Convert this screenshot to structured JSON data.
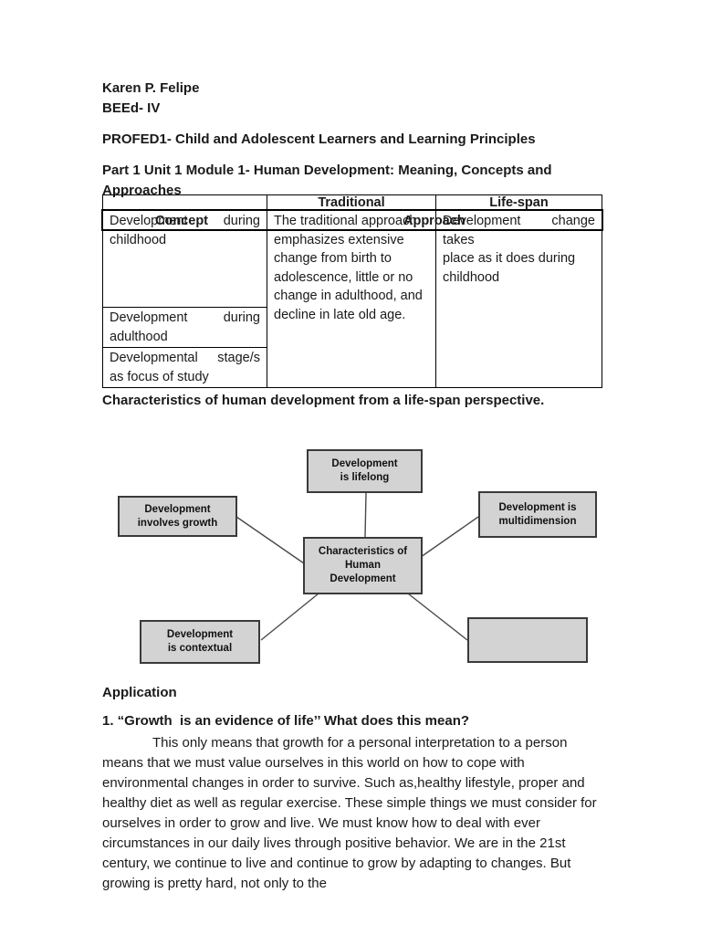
{
  "header": {
    "author_name": "Karen P. Felipe",
    "author_class": "BEEd- IV",
    "course_title": "PROFED1- Child and Adolescent Learners and Learning Principles",
    "module_title": "Part 1 Unit 1 Module 1- Human Development: Meaning, Concepts and Approaches"
  },
  "table": {
    "col_headers": [
      "",
      "Traditional",
      "Life-span"
    ],
    "overlay_labels": {
      "concept": "Concept",
      "approach": "Approach"
    },
    "row_labels": [
      {
        "line1_left": "Development",
        "line1_right": "during",
        "line2": "childhood"
      },
      {
        "line1_left": "Development",
        "line1_right": "during",
        "line2": "adulthood"
      },
      {
        "text": "Developmental stage/s as focus of study"
      }
    ],
    "traditional_cell": "The traditional approach emphasizes extensive change from birth to adolescence, little or no change in adulthood, and decline in late old age.",
    "lifespan_cell": {
      "line1_left": "Development",
      "line1_right": "change",
      "rest": "takes\nplace as it does during\nchildhood"
    }
  },
  "characteristics_heading": "Characteristics of human development from a life-span perspective.",
  "diagram": {
    "box_fill": "#d3d3d3",
    "box_border": "#3a3a3a",
    "center": "Characteristics of\nHuman\nDevelopment",
    "top": "Development\nis lifelong",
    "left": "Development\ninvolves growth",
    "right": "Development is\nmultidimension",
    "bottom_left": "Development\nis contextual",
    "bottom_right": ""
  },
  "application": {
    "heading": "Application",
    "question": "1. “Growth  is an evidence of life’’ What does this mean?",
    "answer": "This only means that growth for a personal interpretation to a person means that we must value ourselves in this world on how to cope with environmental changes in order to survive. Such as,healthy lifestyle, proper and healthy diet as well as regular exercise. These simple things we must consider for ourselves in order to grow and live. We must know how to deal with ever circumstances in our daily lives through positive behavior. We are in the 21st century, we continue to live and continue to grow by adapting to changes. But growing is pretty hard, not only to the"
  }
}
